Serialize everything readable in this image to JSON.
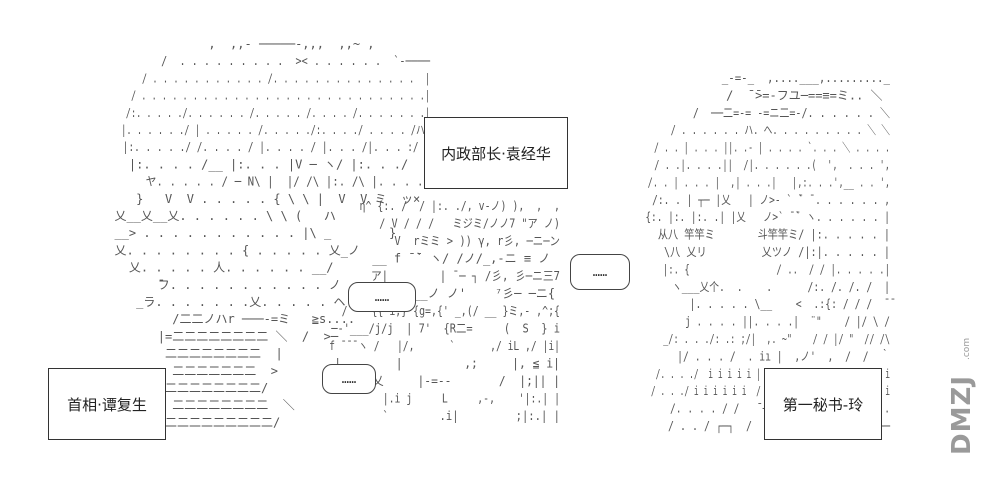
{
  "labels": {
    "minister": "内政部长·袁经华",
    "prime_minister": "首相·谭复生",
    "secretary": "第一秘书-玲"
  },
  "speech": {
    "bubble_1": "……",
    "bubble_2": "……",
    "bubble_3": "……"
  },
  "watermark": {
    "text": "DMZJ",
    "sub": ".com"
  },
  "art": {
    "left_figure": [
      "               ,  ,,- ─────‐,,,  ,,~ ,",
      "          /  . . . . . . . . .  >< . . . . . .  `‐────",
      "        / . . . . . . . . . . . /. . . . . . . . . . . . . .  |",
      "      / . . . . . . . . . . . . . . . . . . . . . . . . . . . .|",
      "     /:. . . . ./. . . . . . /. . . . . /. . . . /. . . . . . .|",
      "    |. . . . . ./ | . . . . . /. . . . ./:. . . ./ . . . . /ハ|",
      "    |:. . . . ./ /. . . . / |. . . . / |. . . /|. . . :/ |",
      "    |:. . . . /__ |:. . . |V ─ ヽ/ |:. . ./  |",
      "       ヤ. . . . . / ─ N\\ |  |/ /\\ |:. /\\ |. . . .|",
      "     }   V  V . . . . . { \\ \\ |  V  V ミ  ッ×",
      "  乂__乂__乂. . . . . . \\ \\ (   ハ",
      "  __> . . . . . . . . . . . |\\ _        }",
      "  乂. . . . . . . . { . . . . . 乂_ノ",
      "    乂. . . . . 人. . . . . . __/",
      "        ̄フ. . . . . . . . . . . ノ",
      "     _ラ. . . . . . .乂. . . . . ヘ",
      "          /二二ノハr ───‐=ミ   ≧s....",
      "        |=二二二二二二二二 ＼  /  >─",
      "         二二二二二二二二  |",
      "          二二二二二二二  >",
      "         二二二二二二二二/",
      "          二二二二二二二二  ＼",
      "         二二二二二二二二二/"
    ],
    "middle_figure": [
      "          η^ {:. /  / |:. ./, v-ノ) ),  ,  ,",
      "             / V / / /   ミジミ/ノノ7 \"ア ノ)",
      "               V  rミミ > )) γ, r彡, ─ニ─ン",
      "          __ f ̄ ̄` ヽ/ /ノ/_,-ニ ≡ ノ",
      "         _ ア|        | ̄ ─ ┐ /彡, 彡─ニ三7",
      "        Y`  乂____ノ ノ'    ⁷彡─ ─ニ{",
      "       /    {{ i;} {g=,{' _,(/ __ }ミ,- ,^;{",
      "     ─‐'___/j/j  | 7'  {R二=     (  S  } i",
      "     f ̄ ̄ ̄ ヽ /   |/,      `      ,/ iL ,/ |i|",
      "     |        |         ,;     |, ≦ i|",
      "     ヽ____乂     |-=‐-       /  |;|| |",
      "              |.i j     L     ,-,    '|:.| |",
      "             `        .i|         ;|:.| |"
    ],
    "right_figure": [
      "                         _-=-_  ,....___,........._",
      "                       /  ̄ ̄>=‐フユ─==≡=ミ.. ＼",
      "                      /  ──二=‐= ‐=ニ二=‐/. . . . . . ＼",
      "                     / . . . . . . ハ. ヘ. . . . . . . . . ＼ ＼",
      "                   / . . | . . . ||. .‐ | . . . . `. . . ＼ . . . .",
      "                  / . .|. . . .||  /|. . . . . .(  ',  . . . ',",
      "                 /. . | . . . |  ,| . . .|   |,:. . .',__ . . ',",
      "                /:. . | ┬─ |乂   | ノ>‐ ` ̄` ̄ . . . . . . ,",
      "               {:. |:. |:. .| |乂   ノ>` ̄ ̄` ヽ. . . . . . |",
      "                从八 竿竿ミ       斗竿竿ミ/ |:. . . . . |",
      "                 \\八 乂リ         乂ツノ /|:|. . . . . |",
      "                   |:. {                / ..  / / |. . . . .|",
      "                   ヽ___乂个.  .    .      /:. /. /. /  |",
      "                      |. . . . . \\__    <  .:{: / / /  ̄ ̄",
      "                      j . . . . ||. . . .|  ¨\"    / |/ \\ /",
      "                    _/: . . ./: .: ;/|  ,. ~\"    / / |/ \"  // /\\",
      "                    |/ . . . /  . iı |  ,ノ'  ,  /  /  ｀",
      "                    /. . . ./  i i i i i |  /,^ \\|    ,. / / . . ./ i",
      "                   / . . ./ i i i i i i  /  / / |__|  / / :  /  i i i",
      "                   /. . . . / /   ̄ ─  /   |  /  / .|. . .",
      "                  / . . / ┌─┐  /  ┌─   |  |. . . . . ┌─"
    ]
  }
}
